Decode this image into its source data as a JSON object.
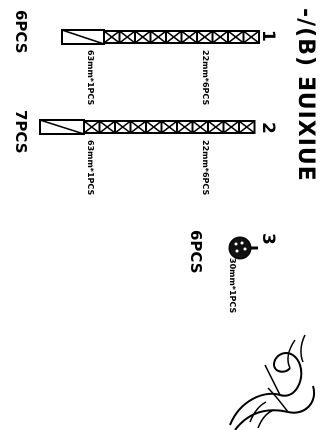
{
  "header": {
    "title_fragment": "-/(B) ƎUIXIUE"
  },
  "groups": [
    {
      "number": "1",
      "quantity": "6PCS",
      "labels": {
        "segment": "22mm*6PCS",
        "end": "63mm*1PCS"
      }
    },
    {
      "number": "2",
      "quantity": "7PCS",
      "labels": {
        "segment": "22mm*6PCS",
        "end": "63mm*1PCS"
      }
    },
    {
      "number": "3",
      "quantity": "6PCS",
      "labels": {
        "ball": "30mm*1PCS"
      }
    }
  ],
  "icons": [
    "segmented-stick-icon",
    "ball-icon",
    "hands-icon"
  ]
}
